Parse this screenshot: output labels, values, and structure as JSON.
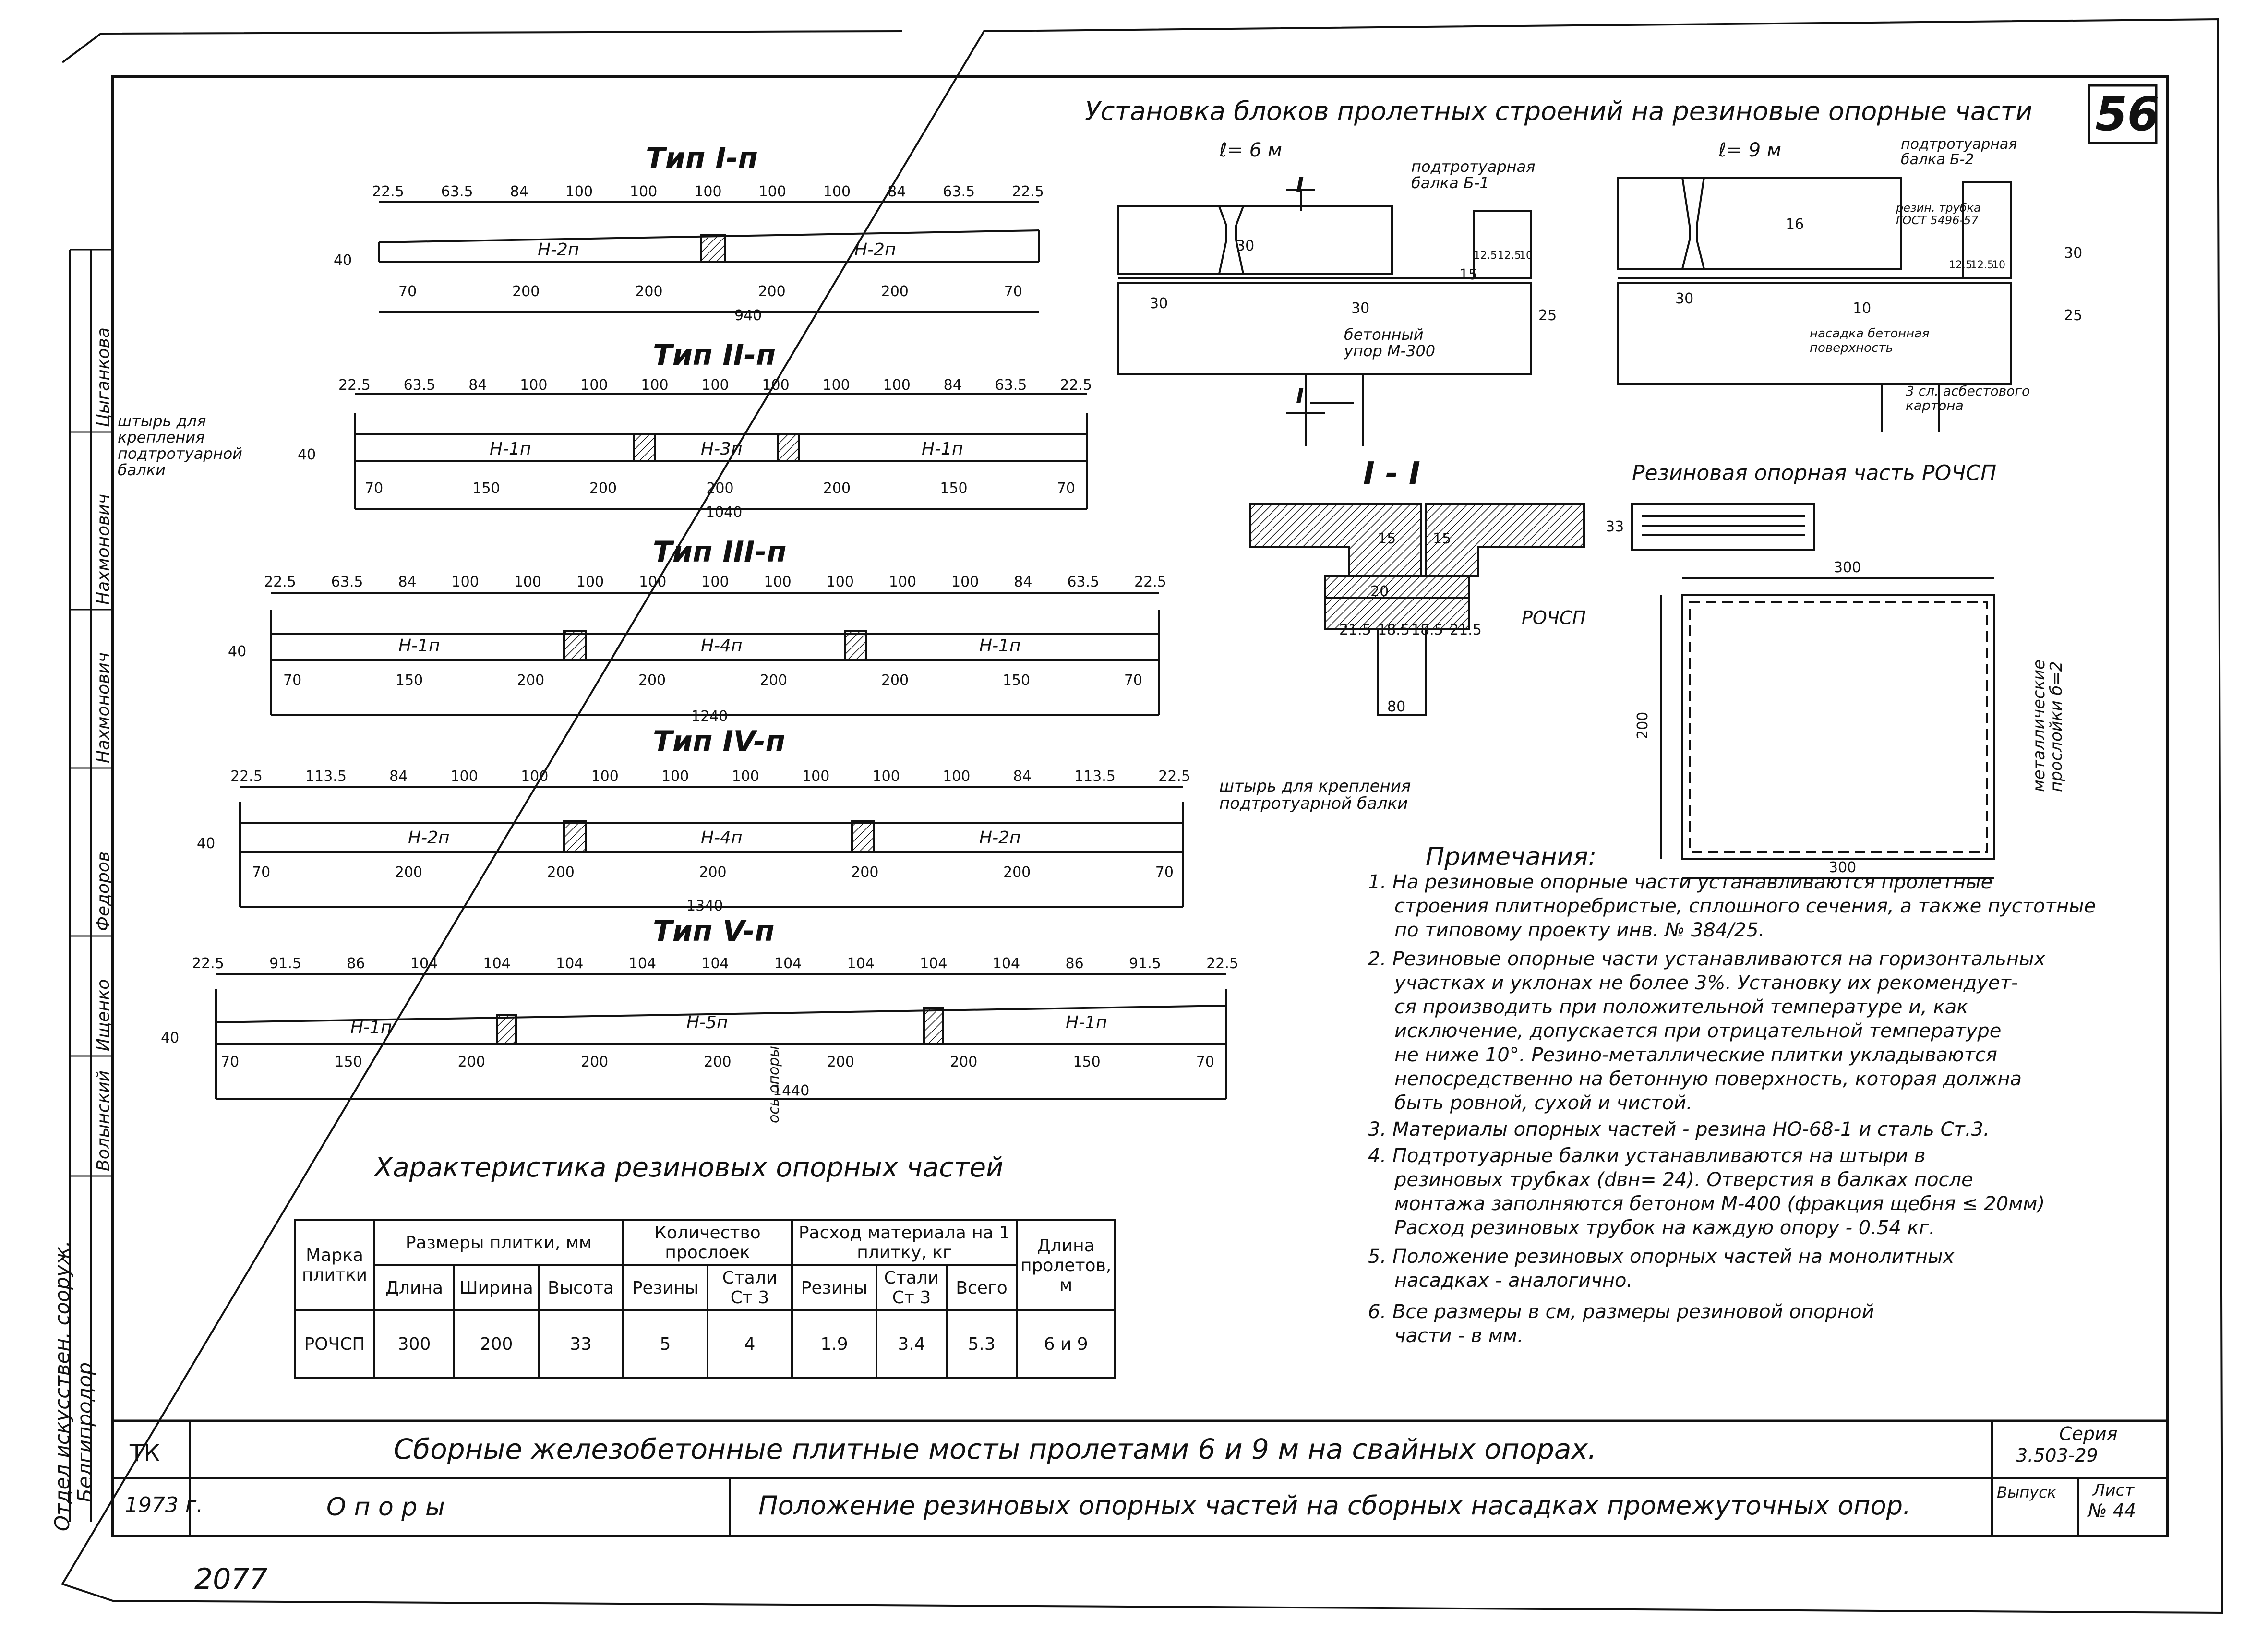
{
  "sheet_number": "56",
  "top_title": "Установка блоков пролетных строений на резиновые опорные части",
  "span6_label": "ℓ= 6 м",
  "span9_label": "ℓ= 9 м",
  "types": [
    {
      "title": "Тип I-п",
      "top_dims": [
        "22.5",
        "63.5",
        "84",
        "100",
        "100",
        "100",
        "100",
        "100",
        "84",
        "63.5",
        "22.5"
      ],
      "segments": [
        "Н-2п",
        "Н-2п"
      ],
      "bottom_dims": [
        "70",
        "200",
        "200",
        "200",
        "200",
        "70"
      ],
      "total": "940",
      "height": "40"
    },
    {
      "title": "Тип II-п",
      "top_dims": [
        "22.5",
        "63.5",
        "84",
        "100",
        "100",
        "100",
        "100",
        "100",
        "100",
        "100",
        "84",
        "63.5",
        "22.5"
      ],
      "segments": [
        "Н-1п",
        "Н-3п",
        "Н-1п"
      ],
      "bottom_dims": [
        "70",
        "150",
        "200",
        "200",
        "200",
        "150",
        "70"
      ],
      "total": "1040",
      "height": "40"
    },
    {
      "title": "Тип III-п",
      "top_dims": [
        "22.5",
        "63.5",
        "84",
        "100",
        "100",
        "100",
        "100",
        "100",
        "100",
        "100",
        "100",
        "100",
        "84",
        "63.5",
        "22.5"
      ],
      "segments": [
        "Н-1п",
        "Н-4п",
        "Н-1п"
      ],
      "bottom_dims": [
        "70",
        "150",
        "200",
        "200",
        "200",
        "200",
        "150",
        "70"
      ],
      "total": "1240",
      "height": "40"
    },
    {
      "title": "Тип IV-п",
      "top_dims": [
        "22.5",
        "113.5",
        "84",
        "100",
        "100",
        "100",
        "100",
        "100",
        "100",
        "100",
        "100",
        "84",
        "113.5",
        "22.5"
      ],
      "segments": [
        "Н-2п",
        "Н-4п",
        "Н-2п"
      ],
      "bottom_dims": [
        "70",
        "200",
        "200",
        "200",
        "200",
        "200",
        "70"
      ],
      "total": "1340",
      "height": "40"
    },
    {
      "title": "Тип V-п",
      "top_dims": [
        "22.5",
        "91.5",
        "86",
        "104",
        "104",
        "104",
        "104",
        "104",
        "104",
        "104",
        "104",
        "104",
        "86",
        "91.5",
        "22.5"
      ],
      "segments": [
        "Н-1п",
        "Н-5п",
        "Н-1п"
      ],
      "bottom_dims": [
        "70",
        "150",
        "200",
        "200",
        "200",
        "200",
        "200",
        "150",
        "70"
      ],
      "total": "1440",
      "height": "40"
    }
  ],
  "pin_note": "штырь для крепления подтротуарной балки",
  "axis_note": "ось опоры",
  "detail_labels": {
    "beam1": "подтротуарная балка Б-1",
    "beam2": "подтротуарная балка Б-2",
    "concrete_stop": "бетонный упор М-300",
    "rubber_tube": "резин. трубка ГОСТ 5496-57",
    "cap_surface": "насадка бетонная поверхность",
    "asbestos": "3 сл. асбестового картона",
    "section": "I - I",
    "section_mark": "I",
    "part_name": "РОЧСП",
    "plate_title": "Резиновая опорная часть РОЧСП",
    "metal_layers": "металлические прослойки б=2",
    "dims": [
      "30",
      "30",
      "15",
      "12.5",
      "12.5",
      "10",
      "30",
      "25",
      "16",
      "30",
      "10",
      "12.5",
      "12.5",
      "10",
      "30",
      "25",
      "15",
      "15",
      "20",
      "21.5",
      "18.5",
      "18.5",
      "21.5",
      "80",
      "33",
      "300",
      "200",
      "300"
    ]
  },
  "notes_title": "Примечания:",
  "notes": [
    "1. На резиновые опорные части устанавливаются пролетные",
    "строения плитноребристые, сплошного сечения, а также пустотные",
    "по типовому проекту инв. № 384/25.",
    "2. Резиновые опорные части устанавливаются на горизонтальных",
    "участках и уклонах не более 3%. Установку их рекомендует-",
    "ся производить при положительной температуре и, как",
    "исключение, допускается при отрицательной температуре",
    "не ниже 10°. Резино-металлические плитки укладываются",
    "непосредственно на бетонную поверхность, которая должна",
    "быть ровной, сухой и чистой.",
    "3. Материалы опорных частей - резина НО-68-1 и сталь Ст.3.",
    "4. Подтротуарные балки устанавливаются на штыри в",
    "резиновых трубках (dвн= 24). Отверстия в балках после",
    "монтажа заполняются бетоном М-400 (фракция щебня ≤ 20мм)",
    "Расход резиновых трубок на каждую опору - 0.54 кг.",
    "5. Положение резиновых опорных частей на монолитных",
    "насадках - аналогично.",
    "6. Все размеры в см, размеры резиновой опорной",
    "части - в мм."
  ],
  "table": {
    "title": "Характеристика резиновых опорных частей",
    "h_mark": "Марка плитки",
    "h_size": "Размеры плитки, мм",
    "h_count": "Количество прослоек",
    "h_cons": "Расход материала на 1 плитку, кг",
    "h_len": "Длина пролетов, м",
    "h_length": "Длина",
    "h_width": "Ширина",
    "h_height": "Высота",
    "h_rubber": "Резины",
    "h_steel": "Стали Ст 3",
    "h_rubber2": "Резины",
    "h_steel2": "Стали Ст 3",
    "h_total": "Всего",
    "row": [
      "РОЧСП",
      "300",
      "200",
      "33",
      "5",
      "4",
      "1.9",
      "3.4",
      "5.3",
      "6 и 9"
    ]
  },
  "stamp": {
    "tk": "ТК",
    "year": "1973 г.",
    "main_title": "Сборные железобетонные плитные мосты пролетами 6 и 9 м на свайных опорах.",
    "section": "О п о р ы",
    "sheet_title": "Положение резиновых опорных частей на сборных насадках промежуточных опор.",
    "series_label": "Серия",
    "series": "3.503-29",
    "issue_label": "Выпуск",
    "sheet_label": "Лист",
    "sheet_no": "№ 44"
  },
  "side_stamp": {
    "org": "Белгипродор",
    "dept": "Отдел искусствен. сооруж.",
    "names": [
      "Волынский",
      "Ищенко",
      "Федоров",
      "Нахмонович",
      "Нахмонович",
      "Цыганкова"
    ]
  },
  "bottom_number": "2077"
}
